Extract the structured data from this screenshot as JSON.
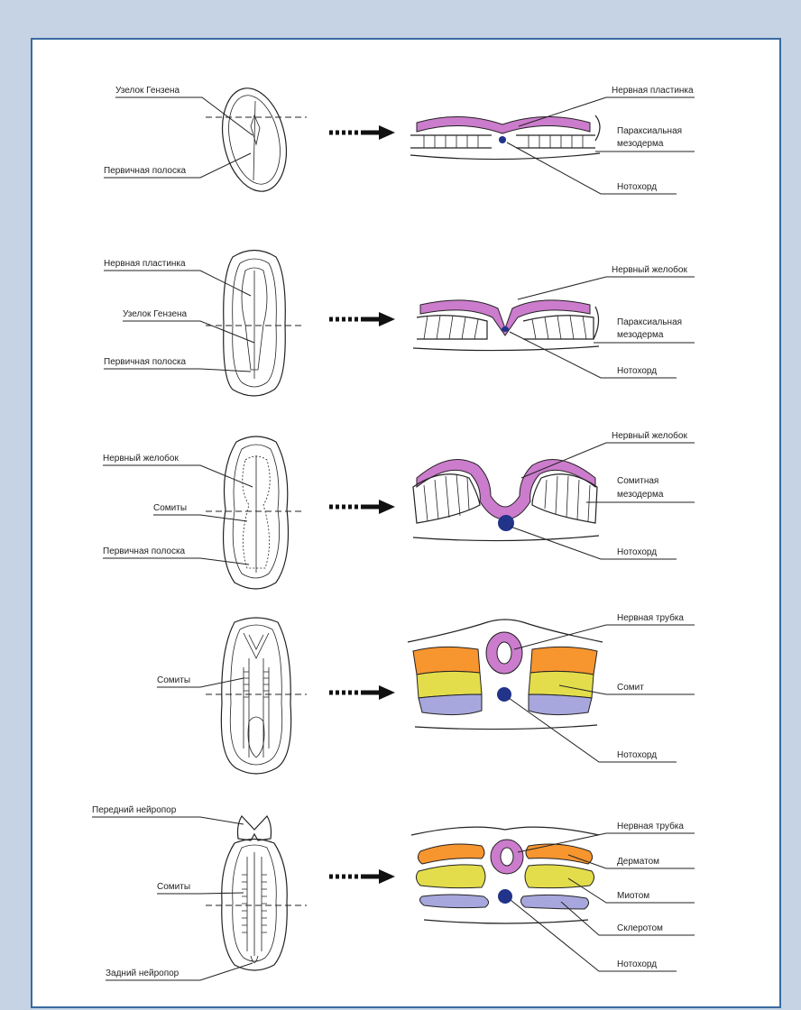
{
  "colors": {
    "neural": "#cc7ccc",
    "notochord": "#22338a",
    "ectoderm_orange": "#f7952f",
    "myotome_yellow": "#e3dd4c",
    "sclerotome_lavender": "#a7a7dd",
    "frame_border": "#3a6aa0",
    "background": "#c5d3e5"
  },
  "stages": [
    {
      "left_labels": [
        "Узелок Гензена",
        "Первичная полоска"
      ],
      "right_labels": [
        "Нервная пластинка",
        "Параксиальная",
        "мезодерма",
        "Нотохорд"
      ]
    },
    {
      "left_labels": [
        "Нервная пластинка",
        "Узелок Гензена",
        "Первичная полоска"
      ],
      "right_labels": [
        "Нервный желобок",
        "Параксиальная",
        "мезодерма",
        "Нотохорд"
      ]
    },
    {
      "left_labels": [
        "Нервный желобок",
        "Сомиты",
        "Первичная полоска"
      ],
      "right_labels": [
        "Нервный желобок",
        "Сомитная",
        "мезодерма",
        "Нотохорд"
      ]
    },
    {
      "left_labels": [
        "Сомиты"
      ],
      "right_labels": [
        "Нервная трубка",
        "Сомит",
        "Нотохорд"
      ]
    },
    {
      "left_labels": [
        "Передний нейропор",
        "Сомиты",
        "Задний нейропор"
      ],
      "right_labels": [
        "Нервная трубка",
        "Дерматом",
        "Миотом",
        "Склеротом",
        "Нотохорд"
      ]
    }
  ]
}
